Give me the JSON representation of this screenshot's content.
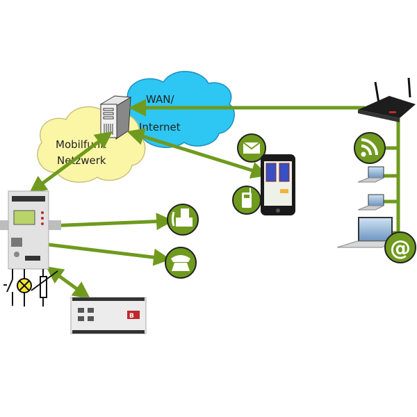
{
  "diagram": {
    "title": "",
    "colors": {
      "link": "#6f9a1e",
      "icon_bg": "#6f9a1e",
      "mobile_cloud": "#fbf6a6",
      "internet_cloud": "#2ec6f2"
    },
    "nodes": {
      "mobile_network": {
        "line1": "Mobilfunk",
        "line2": "Netzwerk"
      },
      "internet": {
        "line1": "WAN/",
        "line2": "Internet"
      },
      "server": {
        "icon": "server-icon"
      },
      "router": {
        "icon": "router-icon"
      },
      "gateway": {
        "icon": "gateway-device-icon"
      },
      "controller": {
        "icon": "controller-module-icon",
        "brand": "B"
      },
      "smartphone": {
        "icon": "smartphone-icon"
      },
      "sms": {
        "icon": "envelope-icon"
      },
      "cellphone": {
        "icon": "cellphone-icon"
      },
      "fax": {
        "icon": "fax-icon"
      },
      "phone": {
        "icon": "telephone-icon"
      },
      "rss": {
        "icon": "rss-icon"
      },
      "laptop1": {
        "icon": "laptop-icon"
      },
      "laptop2": {
        "icon": "laptop-icon"
      },
      "laptop3": {
        "icon": "laptop-icon"
      },
      "email": {
        "icon": "at-icon",
        "symbol": "@"
      },
      "io_symbols": {
        "icon": "switch-lamp-resistor-icon"
      }
    }
  }
}
